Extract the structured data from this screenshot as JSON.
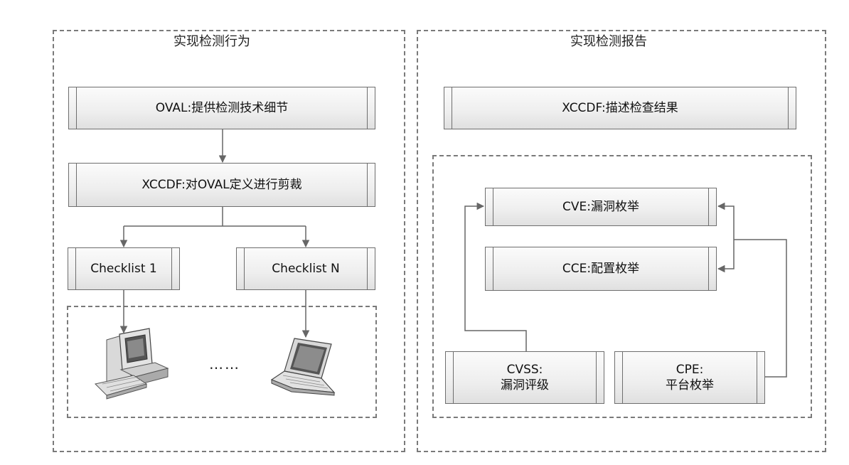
{
  "left_panel": {
    "title": "实现检测行为",
    "oval_box": "OVAL:提供检测技术细节",
    "xccdf_box": "XCCDF:对OVAL定义进行剪裁",
    "checklist_1": "Checklist 1",
    "checklist_n": "Checklist N",
    "ellipsis": "……"
  },
  "right_panel": {
    "title": "实现检测报告",
    "xccdf_box": "XCCDF:描述检查结果",
    "cve_box": "CVE:漏洞枚举",
    "cce_box": "CCE:配置枚举",
    "cvss_line1": "CVSS:",
    "cvss_line2": "漏洞评级",
    "cpe_line1": "CPE:",
    "cpe_line2": "平台枚举"
  },
  "icons": [
    "desktop-computer-icon",
    "laptop-icon"
  ],
  "colors": {
    "border": "#7a7a7a",
    "box_fill": "#eeeeee",
    "arrow": "#666666"
  }
}
